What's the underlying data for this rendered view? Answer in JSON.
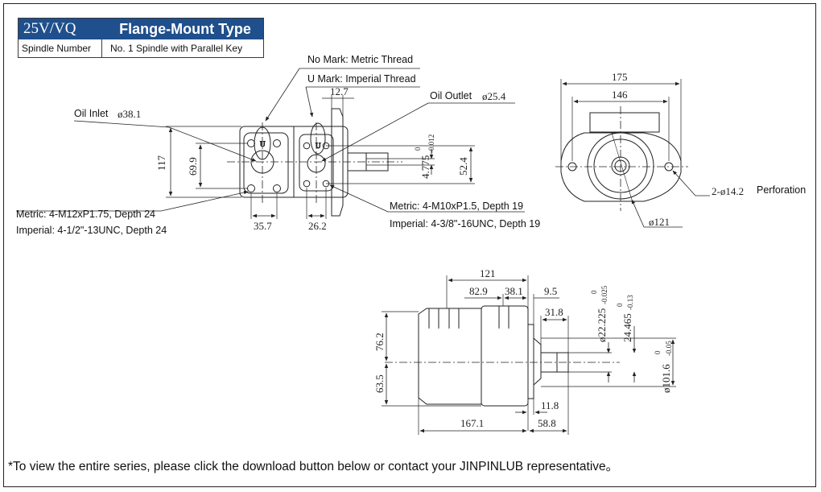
{
  "header": {
    "series": "25V/VQ",
    "type": "Flange-Mount Type",
    "spindle_label": "Spindle Number",
    "spindle_value": "No. 1 Spindle with Parallel Key"
  },
  "labels": {
    "no_mark": "No Mark: Metric Thread",
    "u_mark": "U Mark: Imperial Thread",
    "oil_inlet": "Oil Inlet",
    "oil_inlet_dim": "ø38.1",
    "oil_outlet": "Oil Outlet",
    "oil_outlet_dim": "ø25.4",
    "inlet_metric": "Metric: 4-M12xP1.75, Depth 24",
    "inlet_imperial": "Imperial: 4-1/2\"-13UNC, Depth 24",
    "outlet_metric": "Metric: 4-M10xP1.5, Depth 19",
    "outlet_imperial": "Imperial: 4-3/8\"-16UNC, Depth 19",
    "perforation_dim": "2-ø14.2",
    "perforation": "Perforation",
    "port_letter": "U"
  },
  "dims": {
    "d117": "117",
    "d69_9": "69.9",
    "d12_7": "12.7",
    "d35_7": "35.7",
    "d26_2": "26.2",
    "d4_775": "4.775",
    "d4_775_tol_hi": "0",
    "d4_775_tol_lo": "-0.012",
    "d52_4": "52.4",
    "d175": "175",
    "d146": "146",
    "d121_dia": "ø121",
    "d121": "121",
    "d82_9": "82.9",
    "d38_1": "38.1",
    "d9_5": "9.5",
    "d31_8": "31.8",
    "d22_225": "ø22.225",
    "d22_225_tol_hi": "0",
    "d22_225_tol_lo": "-0.025",
    "d24_465": "24.465",
    "d24_465_tol_hi": "0",
    "d24_465_tol_lo": "-0.13",
    "d76_2": "76.2",
    "d63_5": "63.5",
    "d101_6": "ø101.6",
    "d101_6_tol_hi": "0",
    "d101_6_tol_lo": "-0.05",
    "d11_8": "11.8",
    "d167_1": "167.1",
    "d58_8": "58.8"
  },
  "footer": {
    "note": "*To view the entire series, please click the download button below or contact your JINPINLUB representative。"
  },
  "colors": {
    "header_bg": "#1f4f8c",
    "line": "#222222"
  }
}
